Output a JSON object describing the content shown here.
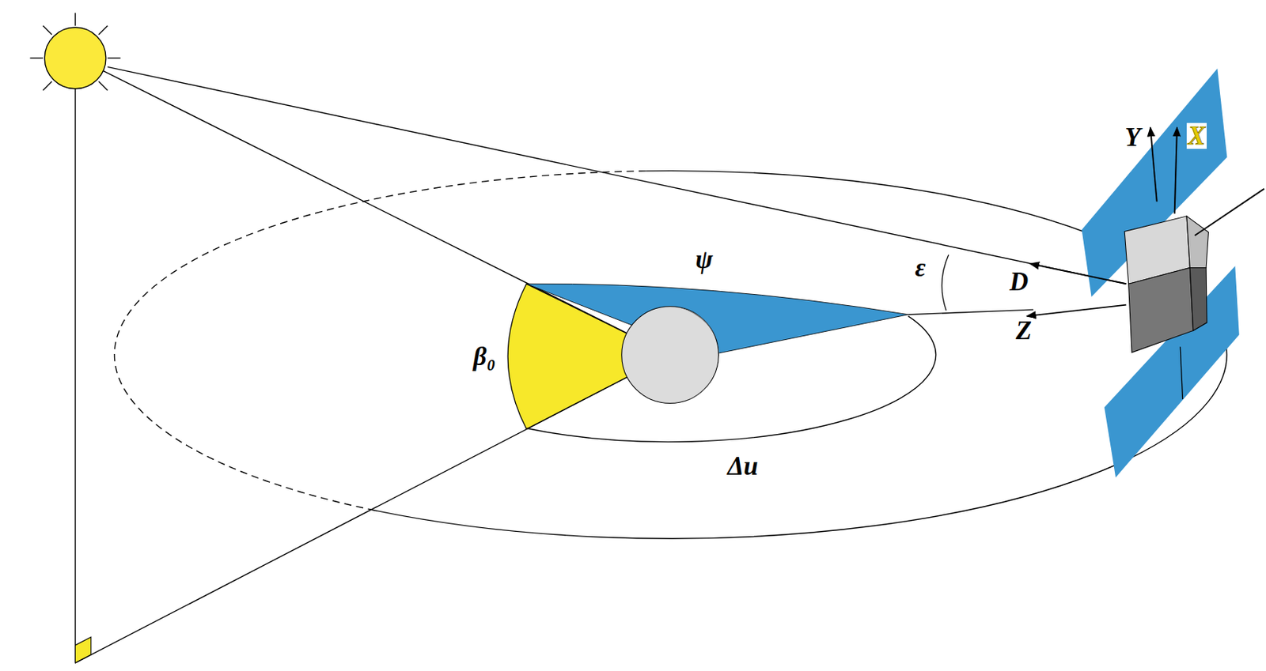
{
  "diagram": {
    "labels": [
      "ψ",
      "ε",
      "D",
      "Z",
      "β₀",
      "Δu",
      "Y",
      "X"
    ]
  }
}
